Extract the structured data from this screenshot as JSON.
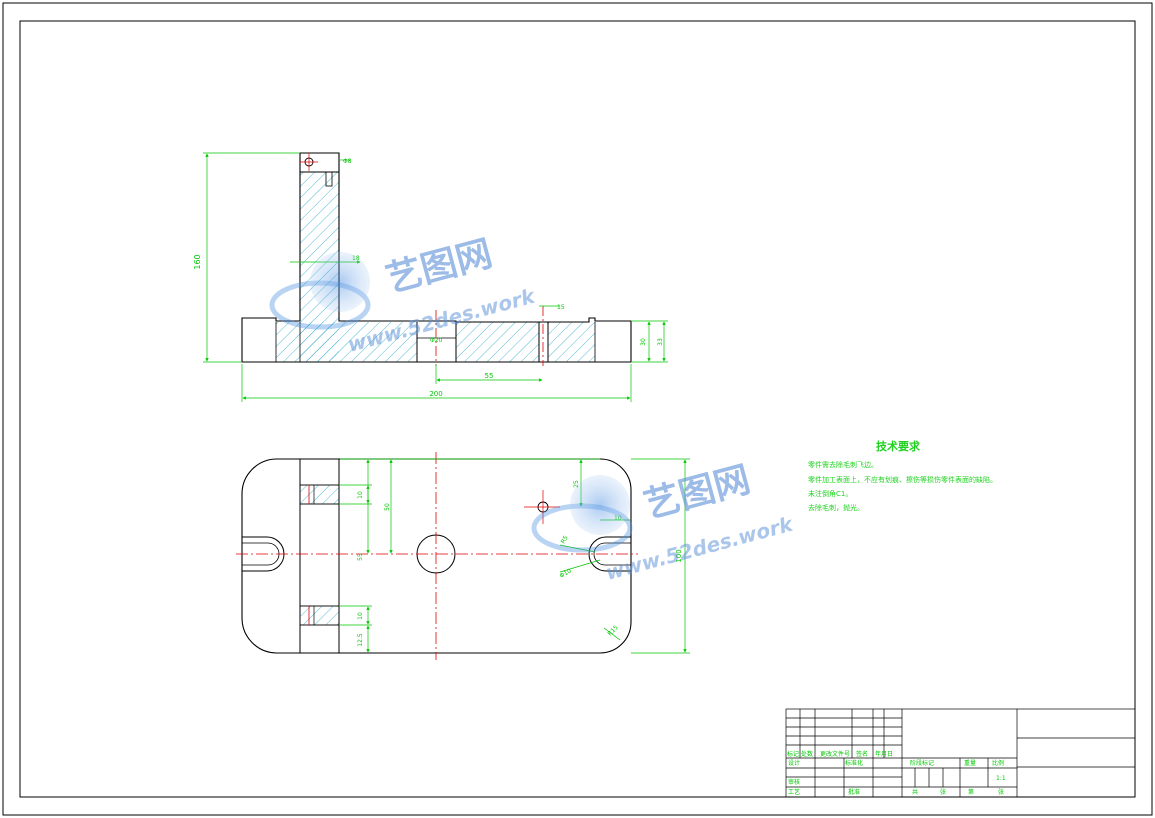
{
  "dims": {
    "height_total": "160",
    "hole_d": "Φ8",
    "small_h": "18",
    "small_w": "15",
    "hole_d20": "Φ20",
    "base_h": "30",
    "base_h2": "33",
    "slot_offset": "55",
    "overall_len": "200",
    "pocket_top": "10",
    "y_50": "50",
    "y_55": "55",
    "pocket_bot": "10",
    "edge_12_5": "12.5",
    "r_top": "25",
    "r_small": "10",
    "r_slot": "R5",
    "slot_d": "Φ10",
    "corner_r": "R15",
    "width_100": "100"
  },
  "tech_requirements": {
    "title": "技术要求",
    "items": [
      "零件需去除毛刺飞边。",
      "零件加工表面上，不应有划痕、擦伤等损伤零件表面的缺陷。",
      "未注倒角C1。",
      "去除毛刺，抛光。"
    ]
  },
  "title_block": {
    "h1": "标记",
    "h2": "处数",
    "h3": "更改文件号",
    "h4": "签名",
    "h5": "年月日",
    "r1": "设计",
    "r2": "标准化",
    "r3": "审核",
    "r4": "工艺",
    "r5": "批准",
    "s1": "阶段标记",
    "s2": "重量",
    "s3": "比例",
    "scale": "1:1",
    "b1": "共",
    "b2": "张",
    "b3": "第",
    "b4": "张"
  },
  "watermark": {
    "brand": "艺图网",
    "url": "www.52des.work"
  },
  "colors": {
    "outline": "#000000",
    "dimension": "#00c800",
    "centerline": "#e00000",
    "hatch": "#2aa8c8"
  }
}
